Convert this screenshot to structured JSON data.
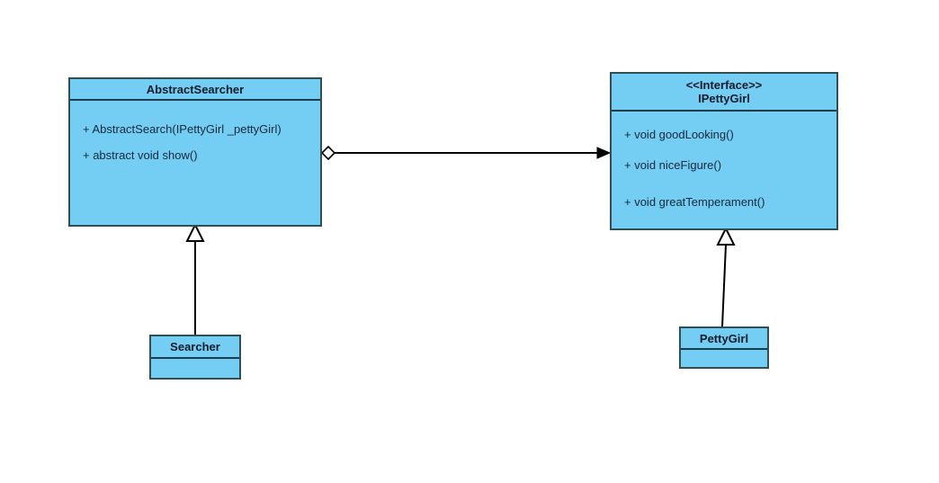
{
  "diagram": {
    "title": "UML class diagram",
    "background_color": "#ffffff",
    "class_fill_color": "#74cdf2",
    "class_border_color": "#2f4f52",
    "text_color": "#12293d",
    "connector_color": "#000000"
  },
  "classes": [
    {
      "id": "abstract-searcher",
      "name": "AbstractSearcher",
      "stereotype": "",
      "members": [
        "+ AbstractSearch(IPettyGirl _pettyGirl)",
        "+ abstract void show()"
      ]
    },
    {
      "id": "ipettygirl",
      "name": "IPettyGirl",
      "stereotype": "<<Interface>>",
      "members": [
        "+ void goodLooking()",
        "+ void niceFigure()",
        "+ void greatTemperament()"
      ]
    },
    {
      "id": "searcher",
      "name": "Searcher",
      "stereotype": "",
      "members": []
    },
    {
      "id": "pettygirl",
      "name": "PettyGirl",
      "stereotype": "",
      "members": []
    }
  ],
  "relationships": [
    {
      "id": "aggregation-searcher-pettygirl",
      "type": "aggregation",
      "from": "abstract-searcher",
      "to": "ipettygirl",
      "source_decoration": "hollow-diamond",
      "target_decoration": "solid-arrow"
    },
    {
      "id": "generalization-searcher",
      "type": "generalization",
      "from": "searcher",
      "to": "abstract-searcher",
      "target_decoration": "hollow-triangle"
    },
    {
      "id": "realization-pettygirl",
      "type": "generalization",
      "from": "pettygirl",
      "to": "ipettygirl",
      "target_decoration": "hollow-triangle"
    }
  ]
}
